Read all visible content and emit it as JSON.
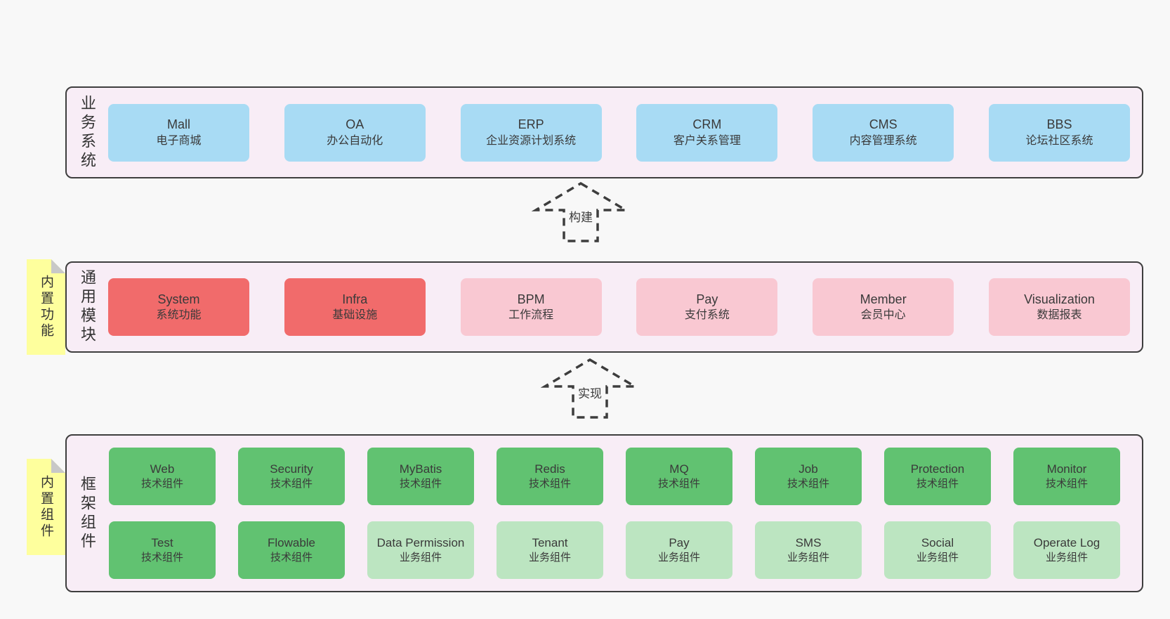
{
  "colors": {
    "background": "#f8f8f8",
    "panel_fill": "#f8edf6",
    "panel_border": "#3e3e3e",
    "blue": "#a8dbf4",
    "red": "#f16b6b",
    "pink": "#f9c8d2",
    "green": "#61c271",
    "green_light": "#bce5c1",
    "sticky": "#feff9d",
    "sticky_fold": "#c8c8c8",
    "text": "#3a3a3a"
  },
  "stickies": [
    {
      "label": "内置功能"
    },
    {
      "label": "内置组件"
    }
  ],
  "arrows": [
    {
      "label": "构建"
    },
    {
      "label": "实现"
    }
  ],
  "layers": [
    {
      "label": "业务系统",
      "rows": [
        [
          {
            "name": "Mall",
            "subtitle": "电子商城",
            "color": "blue"
          },
          {
            "name": "OA",
            "subtitle": "办公自动化",
            "color": "blue"
          },
          {
            "name": "ERP",
            "subtitle": "企业资源计划系统",
            "color": "blue"
          },
          {
            "name": "CRM",
            "subtitle": "客户关系管理",
            "color": "blue"
          },
          {
            "name": "CMS",
            "subtitle": "内容管理系统",
            "color": "blue"
          },
          {
            "name": "BBS",
            "subtitle": "论坛社区系统",
            "color": "blue"
          }
        ]
      ]
    },
    {
      "label": "通用模块",
      "rows": [
        [
          {
            "name": "System",
            "subtitle": "系统功能",
            "color": "red"
          },
          {
            "name": "Infra",
            "subtitle": "基础设施",
            "color": "red"
          },
          {
            "name": "BPM",
            "subtitle": "工作流程",
            "color": "pink"
          },
          {
            "name": "Pay",
            "subtitle": "支付系统",
            "color": "pink"
          },
          {
            "name": "Member",
            "subtitle": "会员中心",
            "color": "pink"
          },
          {
            "name": "Visualization",
            "subtitle": "数据报表",
            "color": "pink"
          }
        ]
      ]
    },
    {
      "label": "框架组件",
      "rows": [
        [
          {
            "name": "Web",
            "subtitle": "技术组件",
            "color": "green"
          },
          {
            "name": "Security",
            "subtitle": "技术组件",
            "color": "green"
          },
          {
            "name": "MyBatis",
            "subtitle": "技术组件",
            "color": "green"
          },
          {
            "name": "Redis",
            "subtitle": "技术组件",
            "color": "green"
          },
          {
            "name": "MQ",
            "subtitle": "技术组件",
            "color": "green"
          },
          {
            "name": "Job",
            "subtitle": "技术组件",
            "color": "green"
          },
          {
            "name": "Protection",
            "subtitle": "技术组件",
            "color": "green"
          },
          {
            "name": "Monitor",
            "subtitle": "技术组件",
            "color": "green"
          }
        ],
        [
          {
            "name": "Test",
            "subtitle": "技术组件",
            "color": "green"
          },
          {
            "name": "Flowable",
            "subtitle": "技术组件",
            "color": "green"
          },
          {
            "name": "Data Permission",
            "subtitle": "业务组件",
            "color": "green_light"
          },
          {
            "name": "Tenant",
            "subtitle": "业务组件",
            "color": "green_light"
          },
          {
            "name": "Pay",
            "subtitle": "业务组件",
            "color": "green_light"
          },
          {
            "name": "SMS",
            "subtitle": "业务组件",
            "color": "green_light"
          },
          {
            "name": "Social",
            "subtitle": "业务组件",
            "color": "green_light"
          },
          {
            "name": "Operate Log",
            "subtitle": "业务组件",
            "color": "green_light"
          }
        ]
      ]
    }
  ]
}
